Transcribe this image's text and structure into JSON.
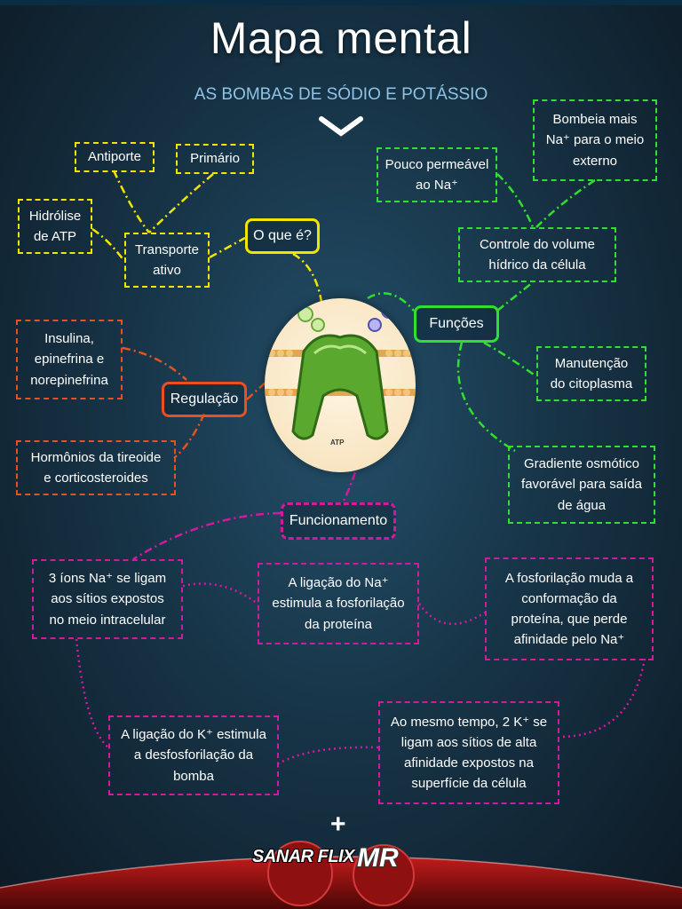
{
  "title": "Mapa mental",
  "subtitle": "AS BOMBAS DE SÓDIO E POTÁSSIO",
  "colors": {
    "yellow": "#f2e600",
    "green": "#2fe02f",
    "orange": "#e8511e",
    "magenta": "#d21aa0",
    "subtitle": "#8fc3e6"
  },
  "center_label": "ATP",
  "o_que_e": {
    "hub": "O que é?",
    "transporte": "Transporte\nativo",
    "antiporte": "Antiporte",
    "primario": "Primário",
    "hidrolise": "Hidrólise\nde ATP"
  },
  "funcoes": {
    "hub": "Funções",
    "controle": "Controle do volume\nhídrico da célula",
    "pouco": "Pouco permeável\nao Na⁺",
    "bombeia": "Bombeia mais\nNa⁺ para o meio\nexterno",
    "manutencao": "Manutenção\ndo citoplasma",
    "gradiente": "Gradiente osmótico\nfavorável para saída\nde água"
  },
  "regulacao": {
    "hub": "Regulação",
    "insulina": "Insulina,\nepinefrina e\nnorepinefrina",
    "hormonios": "Hormônios da tireoide\ne corticosteroides"
  },
  "funcionamento": {
    "hub": "Funcionamento",
    "step1": "3 íons Na⁺ se ligam\naos sítios expostos\nno meio intracelular",
    "step2": "A ligação do Na⁺\nestimula a fosforilação\nda proteína",
    "step3": "A fosforilação muda a\nconformação da\nproteína, que perde\nafinidade pelo Na⁺",
    "step4": "Ao mesmo tempo, 2 K⁺ se\nligam aos sítios de alta\nafinidade expostos na\nsuperfície da célula",
    "step5": "A ligação do K⁺ estimula\na desfosforilação da\nbomba"
  },
  "footer": {
    "logo_left": "SANAR FLIX",
    "plus": "+",
    "logo_right": "MR"
  }
}
